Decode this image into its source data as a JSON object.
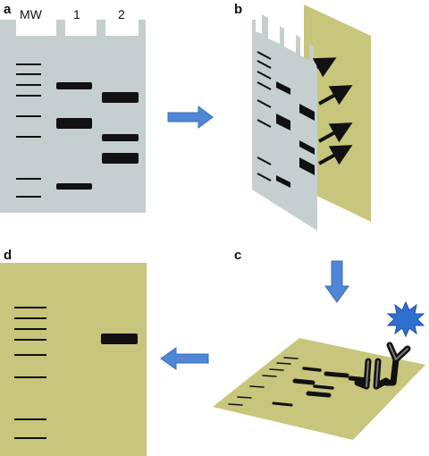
{
  "panels": {
    "a": {
      "letter": "a",
      "lane_labels": {
        "mw": "MW",
        "lane1": "1",
        "lane2": "2"
      }
    },
    "b": {
      "letter": "b"
    },
    "c": {
      "letter": "c"
    },
    "d": {
      "letter": "d"
    }
  },
  "colors": {
    "gel": "#c5cfcf",
    "membrane": "#c8c57c",
    "band": "#111111",
    "arrow": "#4f86d6",
    "detection_star": "#2f6fd0"
  },
  "icons": [
    "gel-icon",
    "membrane-icon",
    "antibody-icon",
    "star-icon",
    "arrow-right-icon",
    "arrow-down-icon",
    "arrow-left-icon"
  ]
}
